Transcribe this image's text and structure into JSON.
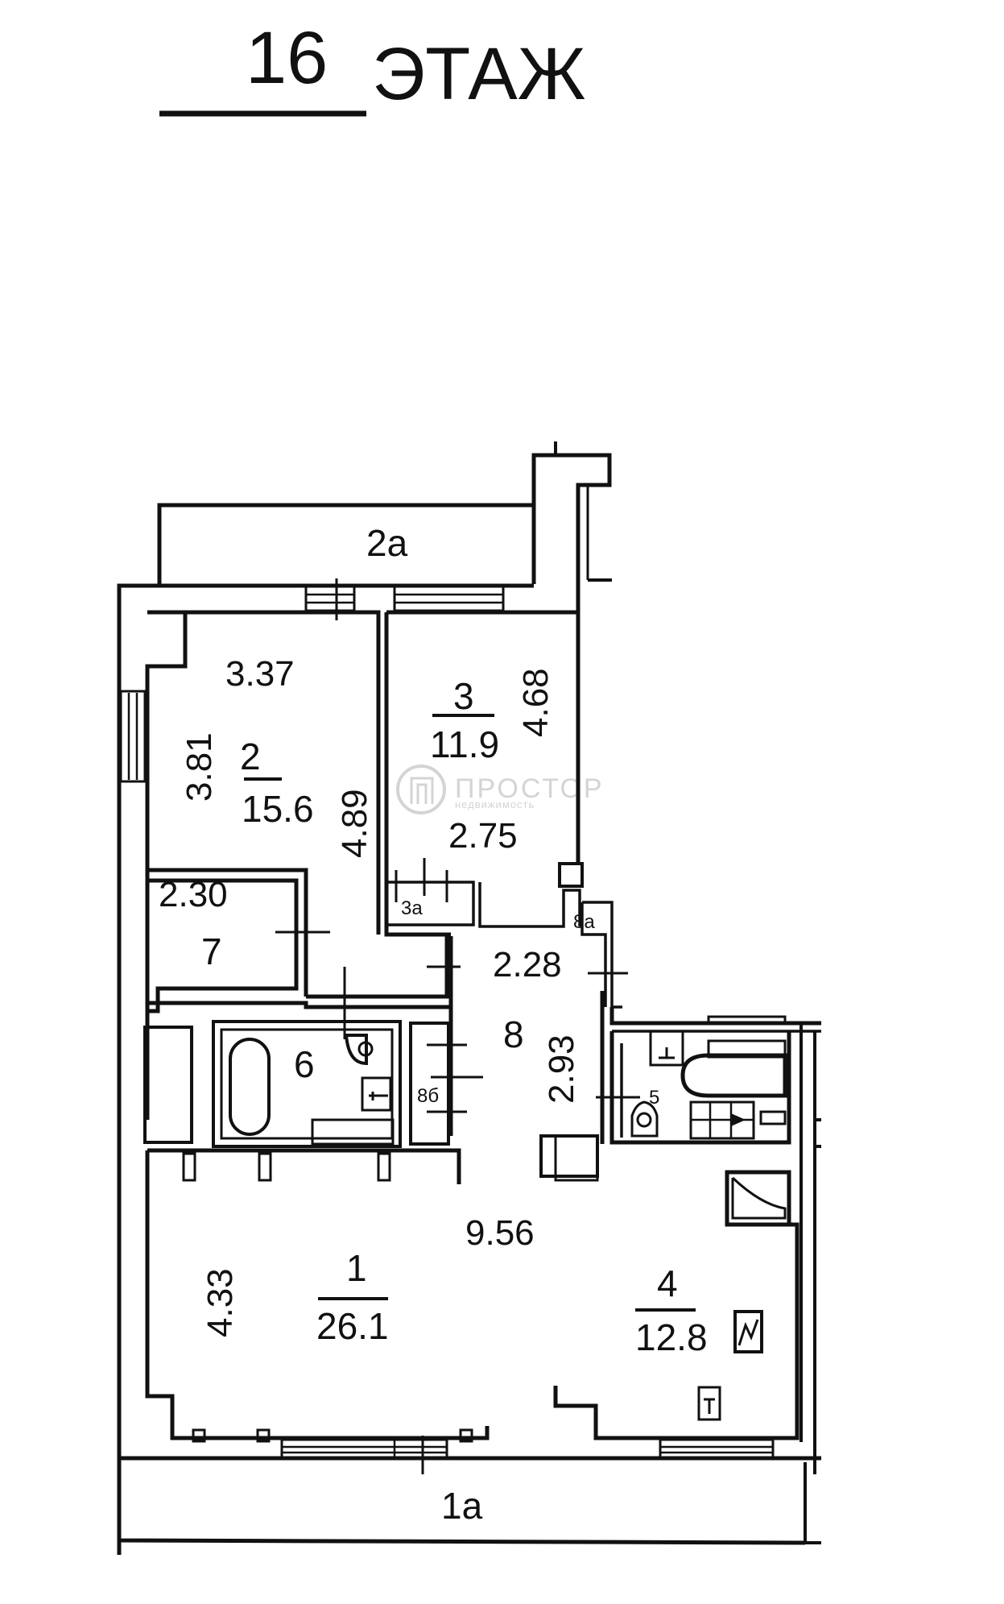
{
  "header": {
    "floor_number": "16",
    "floor_word": "ЭТАЖ"
  },
  "watermark": {
    "brand": "ПРОСТОР",
    "subtitle": "недвижимость"
  },
  "rooms": [
    {
      "id": "1",
      "area": "26.1"
    },
    {
      "id": "2",
      "area": "15.6"
    },
    {
      "id": "3",
      "area": "11.9"
    },
    {
      "id": "4",
      "area": "12.8"
    },
    {
      "id": "5",
      "area": ""
    },
    {
      "id": "6",
      "area": ""
    },
    {
      "id": "7",
      "area": ""
    },
    {
      "id": "8",
      "area": ""
    }
  ],
  "aux_labels": {
    "balcony_top": "2a",
    "balcony_bottom": "1a",
    "closet_3a": "3a",
    "closet_8a": "8a",
    "closet_8b": "8б"
  },
  "dimensions": {
    "room2_width": "3.37",
    "room2_left": "3.81",
    "room2_right": "4.89",
    "room3_height": "4.68",
    "room3_width": "2.75",
    "room7_width": "2.30",
    "hall_width": "2.28",
    "hall_height": "2.93",
    "room1_width": "9.56",
    "room1_height": "4.33"
  },
  "symbols": {
    "stove": "stove-icon",
    "sink": "sink-icon",
    "toilet": "toilet-icon",
    "bathtub": "bathtub-icon",
    "riser": "riser-icon"
  }
}
